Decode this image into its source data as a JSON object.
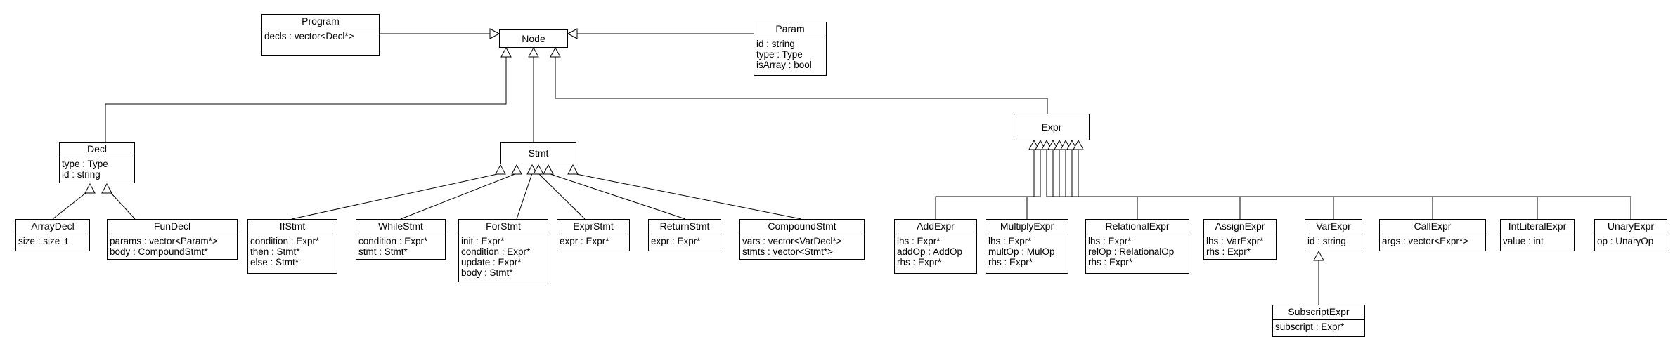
{
  "classes": {
    "Program": {
      "name": "Program",
      "attrs": [
        "decls : vector<Decl*>"
      ]
    },
    "Node": {
      "name": "Node",
      "attrs": []
    },
    "Param": {
      "name": "Param",
      "attrs": [
        "id : string",
        "type : Type",
        "isArray : bool"
      ]
    },
    "Decl": {
      "name": "Decl",
      "attrs": [
        "type : Type",
        "id : string"
      ]
    },
    "Stmt": {
      "name": "Stmt",
      "attrs": []
    },
    "Expr": {
      "name": "Expr",
      "attrs": []
    },
    "ArrayDecl": {
      "name": "ArrayDecl",
      "attrs": [
        "size : size_t"
      ]
    },
    "FunDecl": {
      "name": "FunDecl",
      "attrs": [
        "params : vector<Param*>",
        "body : CompoundStmt*"
      ]
    },
    "IfStmt": {
      "name": "IfStmt",
      "attrs": [
        "condition : Expr*",
        "then : Stmt*",
        "else : Stmt*"
      ]
    },
    "WhileStmt": {
      "name": "WhileStmt",
      "attrs": [
        "condition : Expr*",
        "stmt : Stmt*"
      ]
    },
    "ForStmt": {
      "name": "ForStmt",
      "attrs": [
        "init : Expr*",
        "condition : Expr*",
        "update : Expr*",
        "body : Stmt*"
      ]
    },
    "ExprStmt": {
      "name": "ExprStmt",
      "attrs": [
        "expr : Expr*"
      ]
    },
    "ReturnStmt": {
      "name": "ReturnStmt",
      "attrs": [
        "expr : Expr*"
      ]
    },
    "CompoundStmt": {
      "name": "CompoundStmt",
      "attrs": [
        "vars : vector<VarDecl*>",
        "stmts : vector<Stmt*>"
      ]
    },
    "AddExpr": {
      "name": "AddExpr",
      "attrs": [
        "lhs : Expr*",
        "addOp : AddOp",
        "rhs : Expr*"
      ]
    },
    "MultiplyExpr": {
      "name": "MultiplyExpr",
      "attrs": [
        "lhs : Expr*",
        "multOp : MulOp",
        "rhs : Expr*"
      ]
    },
    "RelationalExpr": {
      "name": "RelationalExpr",
      "attrs": [
        "lhs : Expr*",
        "relOp : RelationalOp",
        "rhs : Expr*"
      ]
    },
    "AssignExpr": {
      "name": "AssignExpr",
      "attrs": [
        "lhs : VarExpr*",
        "rhs : Expr*"
      ]
    },
    "VarExpr": {
      "name": "VarExpr",
      "attrs": [
        "id : string"
      ]
    },
    "CallExpr": {
      "name": "CallExpr",
      "attrs": [
        "args : vector<Expr*>"
      ]
    },
    "IntLiteralExpr": {
      "name": "IntLiteralExpr",
      "attrs": [
        "value : int"
      ]
    },
    "UnaryExpr": {
      "name": "UnaryExpr",
      "attrs": [
        "op : UnaryOp"
      ]
    },
    "SubscriptExpr": {
      "name": "SubscriptExpr",
      "attrs": [
        "subscript : Expr*"
      ]
    }
  },
  "relations": [
    {
      "type": "generalization",
      "from": "Program",
      "to": "Node"
    },
    {
      "type": "generalization",
      "from": "Param",
      "to": "Node"
    },
    {
      "type": "generalization",
      "from": "Decl",
      "to": "Node"
    },
    {
      "type": "generalization",
      "from": "Stmt",
      "to": "Node"
    },
    {
      "type": "generalization",
      "from": "Expr",
      "to": "Node"
    },
    {
      "type": "generalization",
      "from": "ArrayDecl",
      "to": "Decl"
    },
    {
      "type": "generalization",
      "from": "FunDecl",
      "to": "Decl"
    },
    {
      "type": "generalization",
      "from": "IfStmt",
      "to": "Stmt"
    },
    {
      "type": "generalization",
      "from": "WhileStmt",
      "to": "Stmt"
    },
    {
      "type": "generalization",
      "from": "ForStmt",
      "to": "Stmt"
    },
    {
      "type": "generalization",
      "from": "ExprStmt",
      "to": "Stmt"
    },
    {
      "type": "generalization",
      "from": "ReturnStmt",
      "to": "Stmt"
    },
    {
      "type": "generalization",
      "from": "CompoundStmt",
      "to": "Stmt"
    },
    {
      "type": "generalization",
      "from": "AddExpr",
      "to": "Expr"
    },
    {
      "type": "generalization",
      "from": "MultiplyExpr",
      "to": "Expr"
    },
    {
      "type": "generalization",
      "from": "RelationalExpr",
      "to": "Expr"
    },
    {
      "type": "generalization",
      "from": "AssignExpr",
      "to": "Expr"
    },
    {
      "type": "generalization",
      "from": "VarExpr",
      "to": "Expr"
    },
    {
      "type": "generalization",
      "from": "CallExpr",
      "to": "Expr"
    },
    {
      "type": "generalization",
      "from": "IntLiteralExpr",
      "to": "Expr"
    },
    {
      "type": "generalization",
      "from": "UnaryExpr",
      "to": "Expr"
    },
    {
      "type": "generalization",
      "from": "SubscriptExpr",
      "to": "VarExpr"
    }
  ]
}
